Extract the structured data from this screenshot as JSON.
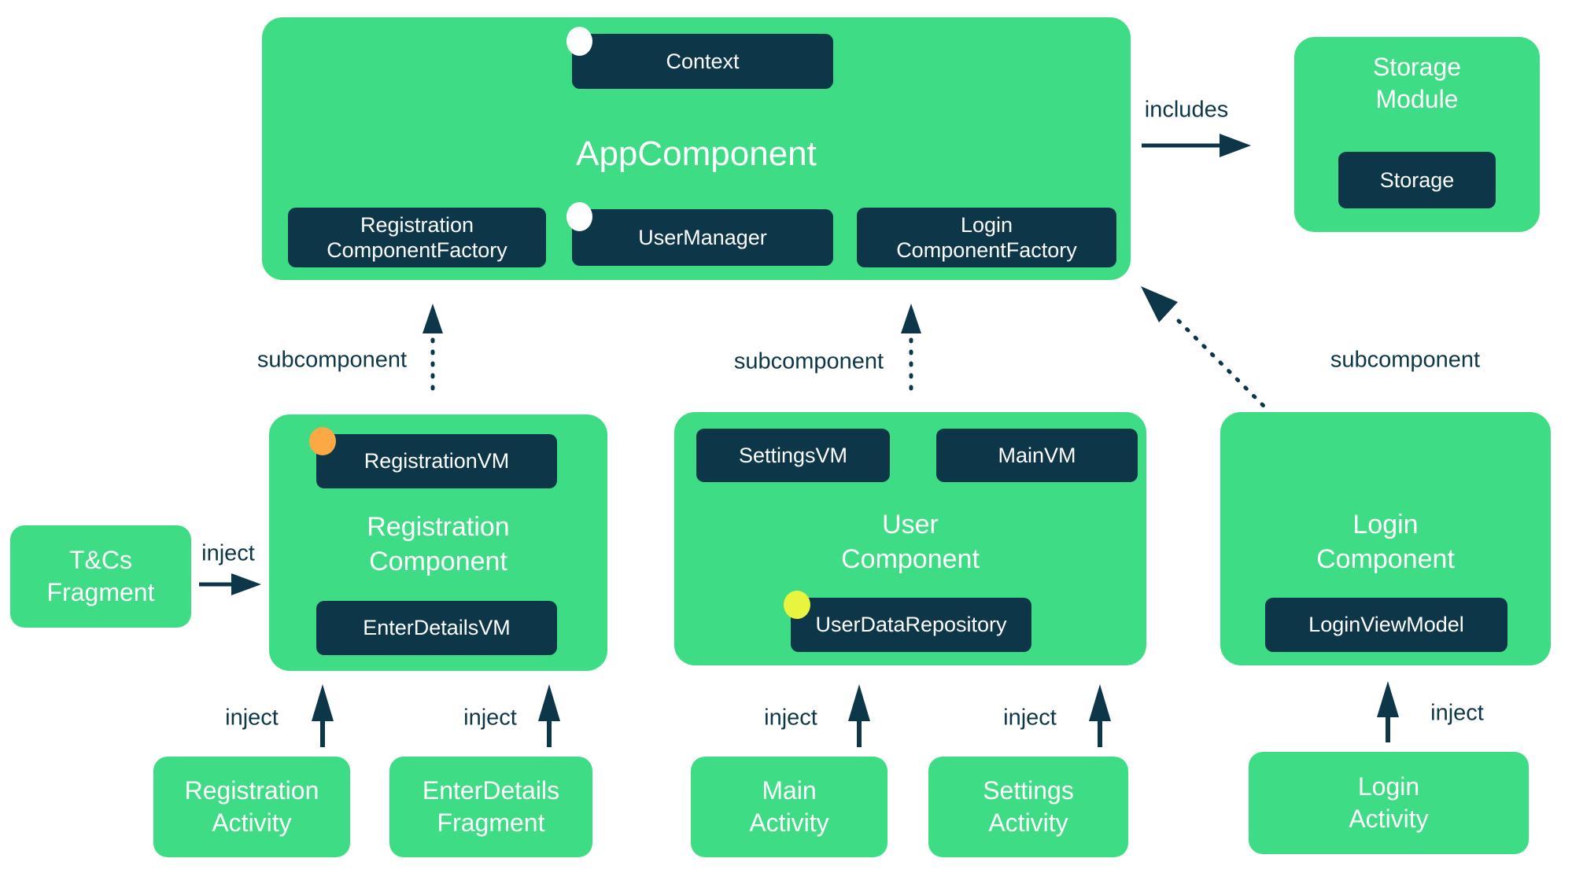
{
  "colors": {
    "green": "#3edc85",
    "navy": "#0d3648",
    "white": "#ffffff",
    "orange": "#fba845",
    "yellow": "#e9f43e"
  },
  "app": {
    "title": "AppComponent",
    "context_label": "Context",
    "user_manager_label": "UserManager",
    "registration_factory_label": "Registration ComponentFactory",
    "login_factory_label": "Login ComponentFactory"
  },
  "storage_module": {
    "title": "Storage Module",
    "storage_label": "Storage"
  },
  "registration_component": {
    "title": "Registration Component",
    "registration_vm_label": "RegistrationVM",
    "enter_details_vm_label": "EnterDetailsVM"
  },
  "user_component": {
    "title": "User Component",
    "settings_vm_label": "SettingsVM",
    "main_vm_label": "MainVM",
    "user_data_repository_label": "UserDataRepository"
  },
  "login_component": {
    "title": "Login Component",
    "login_view_model_label": "LoginViewModel"
  },
  "tcs_fragment": {
    "title": "T&Cs Fragment"
  },
  "activities": {
    "registration_activity": "Registration Activity",
    "enter_details_fragment": "EnterDetails Fragment",
    "main_activity": "Main Activity",
    "settings_activity": "Settings Activity",
    "login_activity": "Login Activity"
  },
  "edge_labels": {
    "includes": "includes",
    "subcomponent_left": "subcomponent",
    "subcomponent_middle": "subcomponent",
    "subcomponent_right": "subcomponent",
    "inject_tcs": "inject",
    "inject_registration_activity": "inject",
    "inject_enter_details_fragment": "inject",
    "inject_main_activity": "inject",
    "inject_settings_activity": "inject",
    "inject_login_activity": "inject"
  }
}
